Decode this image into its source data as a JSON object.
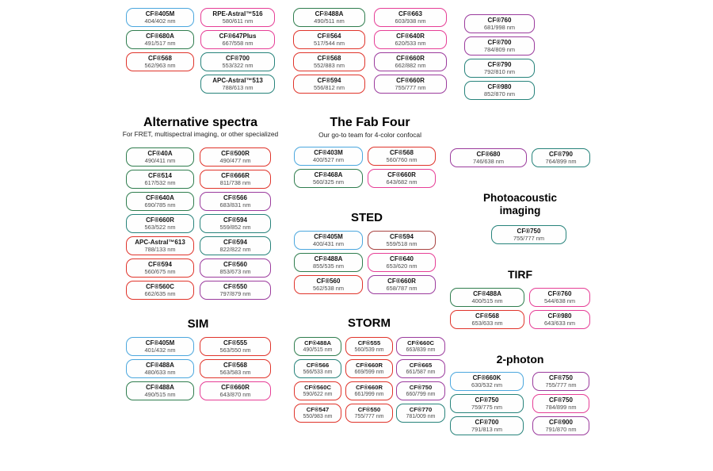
{
  "colors": {
    "blue": "#4BA7DE",
    "green": "#2F7D4E",
    "teal": "#27837B",
    "red": "#E0342B",
    "pink": "#E63E96",
    "purple": "#9B3B9D",
    "maroon": "#A94442"
  },
  "top_palette": {
    "col1": [
      {
        "n": "CF®405M",
        "v": "404/402 nm",
        "c": "blue"
      },
      {
        "n": "CF®680A",
        "v": "491/517 nm",
        "c": "green"
      },
      {
        "n": "CF®568",
        "v": "562/963 nm",
        "c": "red"
      }
    ],
    "col2": [
      {
        "n": "RPE-Astral™516",
        "v": "580/611 nm",
        "c": "pink"
      },
      {
        "n": "CF®647Plus",
        "v": "667/558 nm",
        "c": "pink"
      },
      {
        "n": "CF®700",
        "v": "553/322 nm",
        "c": "teal"
      },
      {
        "n": "APC-Astral™513",
        "v": "788/613 nm",
        "c": "teal"
      }
    ],
    "col3": [
      {
        "n": "CF®488A",
        "v": "490/511 nm",
        "c": "green"
      },
      {
        "n": "CF®564",
        "v": "517/544 nm",
        "c": "red"
      },
      {
        "n": "CF®568",
        "v": "552/883 nm",
        "c": "red"
      },
      {
        "n": "CF®594",
        "v": "556/812 nm",
        "c": "red"
      }
    ],
    "col4": [
      {
        "n": "CF®663",
        "v": "603/938 nm",
        "c": "pink"
      },
      {
        "n": "CF®640R",
        "v": "620/533 nm",
        "c": "pink"
      },
      {
        "n": "CF®660R",
        "v": "662/882 nm",
        "c": "purple"
      },
      {
        "n": "CF®660R",
        "v": "755/777 nm",
        "c": "purple"
      }
    ],
    "col5": [
      {
        "n": "CF®760",
        "v": "681/998 nm",
        "c": "purple"
      },
      {
        "n": "CF®700",
        "v": "784/809 nm",
        "c": "purple"
      },
      {
        "n": "CF®790",
        "v": "792/810 nm",
        "c": "teal"
      },
      {
        "n": "CF®980",
        "v": "852/870 nm",
        "c": "teal"
      }
    ]
  },
  "sections": {
    "alternative": {
      "title": "Alternative spectra",
      "subtitle": "For FRET, multispectral imaging, or other specialized",
      "colA": [
        {
          "n": "CF®40A",
          "v": "490/411 nm",
          "c": "green"
        },
        {
          "n": "CF®514",
          "v": "617/532 nm",
          "c": "green"
        },
        {
          "n": "CF®640A",
          "v": "690/785 nm",
          "c": "green"
        },
        {
          "n": "CF®660R",
          "v": "563/522 nm",
          "c": "teal"
        },
        {
          "n": "APC-Astral™613",
          "v": "788/133 nm",
          "c": "red"
        },
        {
          "n": "CF®594",
          "v": "560/675 nm",
          "c": "red"
        },
        {
          "n": "CF®560C",
          "v": "662/635 nm",
          "c": "red"
        }
      ],
      "colB": [
        {
          "n": "CF®500R",
          "v": "490/477 nm",
          "c": "red"
        },
        {
          "n": "CF®666R",
          "v": "811/738 nm",
          "c": "red"
        },
        {
          "n": "CF®566",
          "v": "683/831 nm",
          "c": "purple"
        },
        {
          "n": "CF®594",
          "v": "559/852 nm",
          "c": "teal"
        },
        {
          "n": "CF®594",
          "v": "822/822 nm",
          "c": "teal"
        },
        {
          "n": "CF®560",
          "v": "853/673 nm",
          "c": "purple"
        },
        {
          "n": "CF®550",
          "v": "797/879 nm",
          "c": "purple"
        }
      ]
    },
    "fab_four": {
      "title": "The Fab Four",
      "subtitle": "Our go-to team for 4-color confocal",
      "colA": [
        {
          "n": "CF®403M",
          "v": "400/527 nm",
          "c": "blue"
        },
        {
          "n": "CF®468A",
          "v": "560/325 nm",
          "c": "green"
        }
      ],
      "colB": [
        {
          "n": "CF®568",
          "v": "560/760 nm",
          "c": "red"
        },
        {
          "n": "CF®660R",
          "v": "643/682 nm",
          "c": "pink"
        }
      ]
    },
    "sted": {
      "title": "STED",
      "colA": [
        {
          "n": "CF®405M",
          "v": "400/431 nm",
          "c": "blue"
        },
        {
          "n": "CF®488A",
          "v": "855/535 nm",
          "c": "green"
        },
        {
          "n": "CF®560",
          "v": "562/538 nm",
          "c": "red"
        }
      ],
      "colB": [
        {
          "n": "CF®594",
          "v": "559/518 nm",
          "c": "maroon"
        },
        {
          "n": "CF®640",
          "v": "653/620 nm",
          "c": "pink"
        },
        {
          "n": "CF®660R",
          "v": "658/787 nm",
          "c": "purple"
        }
      ]
    },
    "sim": {
      "title": "SIM",
      "colA": [
        {
          "n": "CF®405M",
          "v": "401/432 nm",
          "c": "blue"
        },
        {
          "n": "CF®488A",
          "v": "480/633 nm",
          "c": "blue"
        },
        {
          "n": "CF®488A",
          "v": "490/515 nm",
          "c": "green"
        }
      ],
      "colB": [
        {
          "n": "CF®555",
          "v": "563/550 nm",
          "c": "red"
        },
        {
          "n": "CF®568",
          "v": "563/583 nm",
          "c": "red"
        },
        {
          "n": "CF®660R",
          "v": "643/870 nm",
          "c": "pink"
        }
      ]
    },
    "storm": {
      "title": "STORM",
      "col1": [
        {
          "n": "CF®488A",
          "v": "490/515 nm",
          "c": "green"
        },
        {
          "n": "CF®566",
          "v": "566/533 nm",
          "c": "teal"
        },
        {
          "n": "CF®560C",
          "v": "590/622 nm",
          "c": "red"
        },
        {
          "n": "CF®547",
          "v": "550/983 nm",
          "c": "red"
        }
      ],
      "col2": [
        {
          "n": "CF®555",
          "v": "560/539 nm",
          "c": "red"
        },
        {
          "n": "CF®660R",
          "v": "669/599 nm",
          "c": "red"
        },
        {
          "n": "CF®660R",
          "v": "661/999 nm",
          "c": "red"
        },
        {
          "n": "CF®550",
          "v": "755/777 nm",
          "c": "red"
        }
      ],
      "col3": [
        {
          "n": "CF®660C",
          "v": "663/839 nm",
          "c": "purple"
        },
        {
          "n": "CF®665",
          "v": "661/587 nm",
          "c": "purple"
        },
        {
          "n": "CF®750",
          "v": "660/799 nm",
          "c": "purple"
        },
        {
          "n": "CF®770",
          "v": "781/009 nm",
          "c": "teal"
        }
      ]
    },
    "nir_pair": {
      "colA": [
        {
          "n": "CF®680",
          "v": "746/638 nm",
          "c": "purple"
        }
      ],
      "colB": [
        {
          "n": "CF®790",
          "v": "764/899 nm",
          "c": "teal"
        }
      ]
    },
    "photoacoustic": {
      "title_line1": "Photoacoustic",
      "title_line2": "imaging",
      "col": [
        {
          "n": "CF®750",
          "v": "755/777 nm",
          "c": "teal"
        }
      ]
    },
    "tirf": {
      "title": "TIRF",
      "colA": [
        {
          "n": "CF®488A",
          "v": "400/515 nm",
          "c": "green"
        },
        {
          "n": "CF®568",
          "v": "653/633 nm",
          "c": "red"
        }
      ],
      "colB": [
        {
          "n": "CF®760",
          "v": "544/638 nm",
          "c": "pink"
        },
        {
          "n": "CF®980",
          "v": "643/633 nm",
          "c": "pink"
        }
      ]
    },
    "two_photon": {
      "title": "2-photon",
      "colA": [
        {
          "n": "CF®660K",
          "v": "630/532 nm",
          "c": "blue"
        },
        {
          "n": "CF®750",
          "v": "759/775 nm",
          "c": "teal"
        },
        {
          "n": "CF®700",
          "v": "791/813 nm",
          "c": "teal"
        }
      ],
      "colB": [
        {
          "n": "CF®750",
          "v": "755/777 nm",
          "c": "purple"
        },
        {
          "n": "CF®750",
          "v": "784/899 nm",
          "c": "pink"
        },
        {
          "n": "CF®900",
          "v": "791/870 nm",
          "c": "purple"
        }
      ]
    }
  }
}
